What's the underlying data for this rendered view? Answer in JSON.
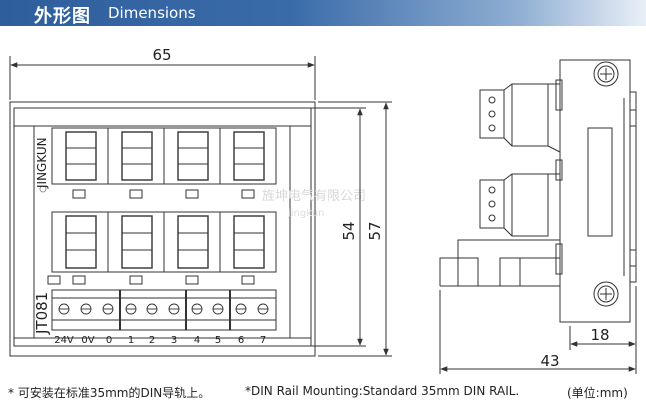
{
  "header": {
    "title_cn": "外形图",
    "title_en": "Dimensions"
  },
  "front_view": {
    "brand": "JINGKUN",
    "model": "JT081",
    "terminal_labels": [
      "24V",
      "0V",
      "0",
      "1",
      "2",
      "3",
      "4",
      "5",
      "6",
      "7"
    ],
    "width_dim": "65",
    "inner_height_dim": "54",
    "outer_height_dim": "57"
  },
  "watermark": {
    "line1": "旌坤电气有限公司",
    "line2": "jingkun"
  },
  "side_view": {
    "depth_dim": "43",
    "rail_dim": "18"
  },
  "footer": {
    "note_cn": "* 可安装在标准35mm的DIN导轨上。",
    "note_en": "*DIN Rail Mounting:Standard 35mm DIN RAIL.",
    "unit": "(单位:mm)"
  },
  "colors": {
    "header_blue": "#2f5e9c",
    "line": "#333333"
  }
}
